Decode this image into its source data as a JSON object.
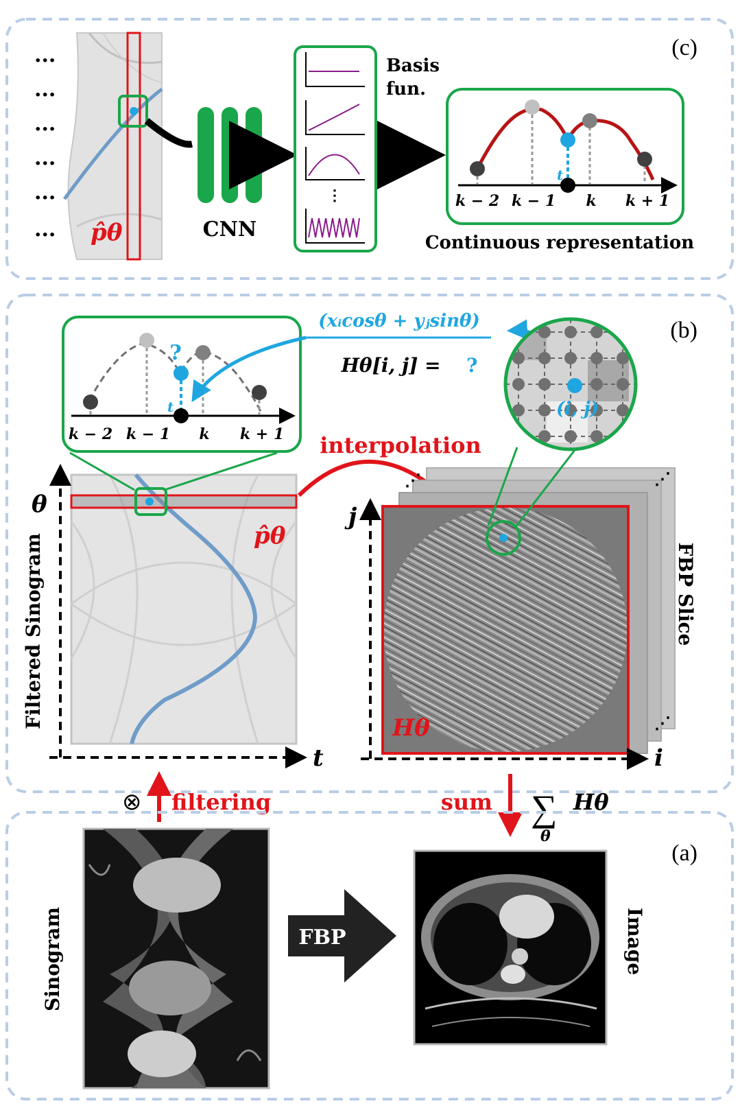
{
  "panels": {
    "c": {
      "label": "(c)"
    },
    "b": {
      "label": "(b)"
    },
    "a": {
      "label": "(a)"
    }
  },
  "c": {
    "dots": [
      "···",
      "···",
      "···",
      "···",
      "···",
      "···"
    ],
    "p_label": "p̂θ",
    "cnn_label": "CNN",
    "basis_label_1": "Basis",
    "basis_label_2": "fun.",
    "basis_ellipsis": "⋮",
    "continuous_label": "Continuous representation",
    "ticks": [
      "k − 2",
      "k − 1",
      "k",
      "k + 1"
    ],
    "t_label": "t"
  },
  "b": {
    "formula_top": "(xᵢcosθ + yⱼsinθ)",
    "formula_bottom": "Hθ[i, j]  = ",
    "question": "?",
    "ij_label": "(i, j)",
    "interpolation": "interpolation",
    "theta_axis": "θ",
    "t_axis": "t",
    "j_axis": "j",
    "i_axis": "i",
    "filtered_sinogram": "Filtered Sinogram",
    "fbp_slice": "FBP Slice",
    "p_label": "p̂θ",
    "h_label": "Hθ",
    "ticks": [
      "k − 2",
      "k − 1",
      "k",
      "k + 1"
    ],
    "t_label": "t"
  },
  "a": {
    "otimes": "⊗",
    "filtering": "filtering",
    "sum": "sum",
    "sum_symbol": "∑",
    "sum_term": "Hθ",
    "sum_sub": "θ",
    "sinogram": "Sinogram",
    "fbp": "FBP",
    "image": "Image"
  },
  "colors": {
    "panel_border": "#b8cde6",
    "green": "#1aa64a",
    "red": "#e0141a",
    "blue": "#1fa6e0",
    "curve_blue": "#6f9cc8",
    "dark_red": "#b81414",
    "purple": "#8a1a8a"
  }
}
